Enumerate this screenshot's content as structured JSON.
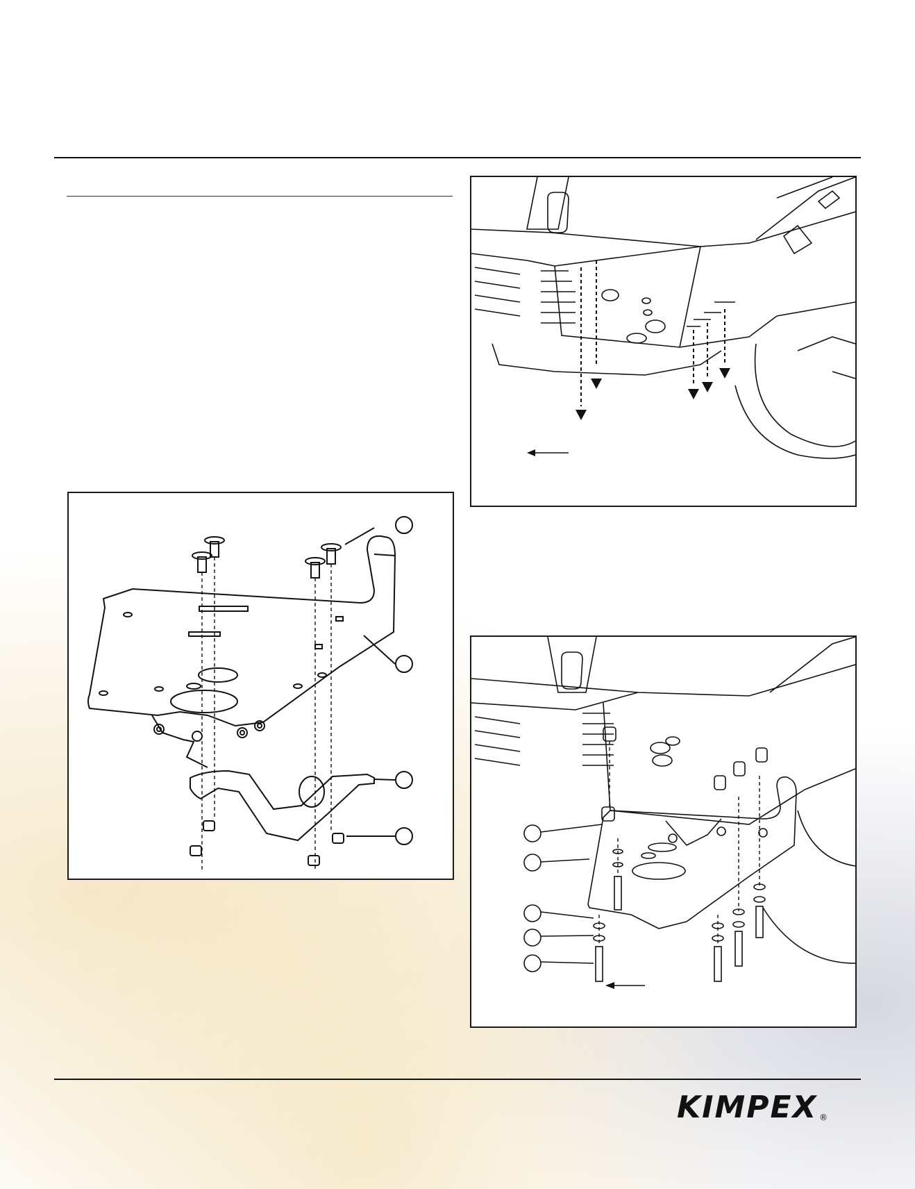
{
  "brand": {
    "logo_text": "KIMPEX",
    "registered_mark": "®"
  },
  "figures": [
    {
      "id": "exploded-skid-plate-assembly",
      "callouts": 4
    },
    {
      "id": "frame-underside-mounting-points",
      "callouts": 0
    },
    {
      "id": "skid-plate-installed-on-frame",
      "callouts": 5
    }
  ]
}
